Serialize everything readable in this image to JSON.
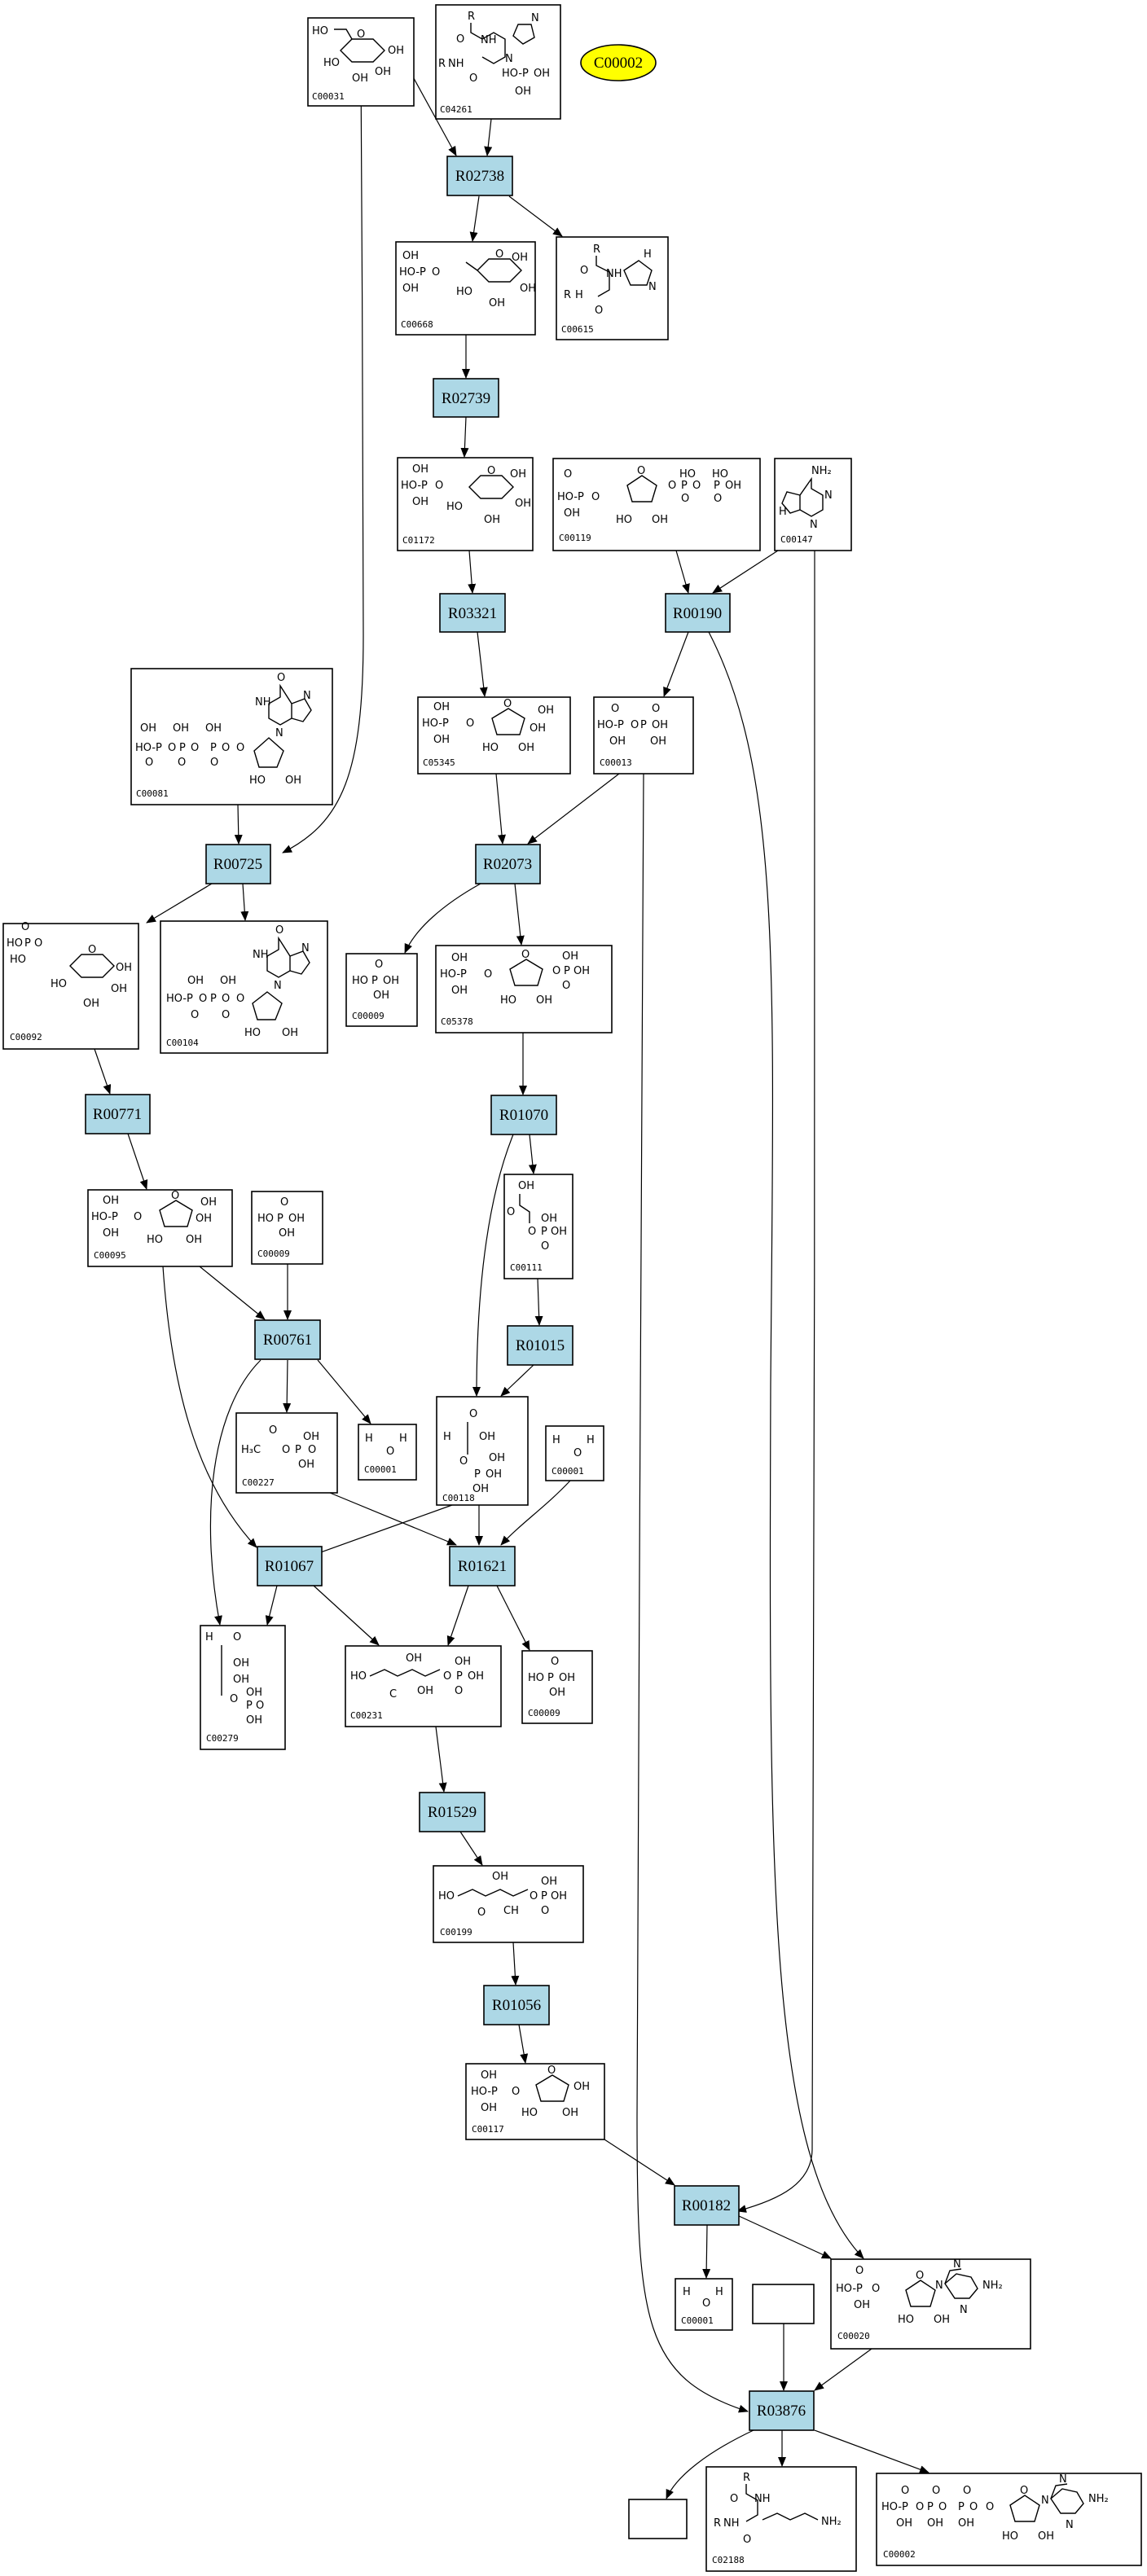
{
  "highlight": {
    "label": "C00002",
    "fill": "#ffff00"
  },
  "colors": {
    "reaction_fill": "#add8e6",
    "compound_fill": "#ffffff",
    "stroke": "#000000"
  },
  "reactions": [
    "R02738",
    "R02739",
    "R03321",
    "R00190",
    "R00725",
    "R02073",
    "R00771",
    "R01070",
    "R00761",
    "R01015",
    "R01067",
    "R01621",
    "R01529",
    "R01056",
    "R00182",
    "R03876"
  ],
  "compounds": [
    "C00031",
    "C04261",
    "C00668",
    "C00615",
    "C01172",
    "C00119",
    "C00147",
    "C00081",
    "C05345",
    "C00013",
    "C00092",
    "C00104",
    "C00009",
    "C05378",
    "C00095",
    "C00009",
    "C00111",
    "C00227",
    "C00001",
    "C00118",
    "C00001",
    "C00279",
    "C00231",
    "C00009",
    "C00199",
    "C00117",
    "C00001",
    "C00020",
    "C02188",
    "C00002"
  ],
  "chem": {
    "HO": "HO",
    "OH": "OH",
    "O": "O",
    "P": "P",
    "R": "R",
    "N": "N",
    "H": "H",
    "NH": "NH",
    "NH2": "NH₂",
    "H3C": "H₃C",
    "HP": "HO-P",
    "C": "C",
    "CH": "CH"
  }
}
